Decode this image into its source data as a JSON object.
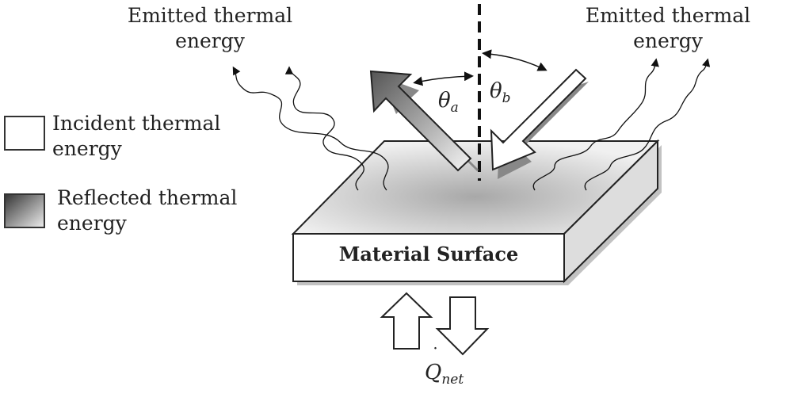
{
  "labels": {
    "emitted_left": "Emitted thermal energy",
    "emitted_left_l1": "Emitted thermal",
    "emitted_left_l2": "energy",
    "emitted_right_l1": "Emitted thermal",
    "emitted_right_l2": "energy",
    "material_surface": "Material Surface",
    "theta_a": "θ",
    "theta_a_sub": "a",
    "theta_b": "θ",
    "theta_b_sub": "b",
    "q": "Q",
    "q_dot": "˙",
    "q_sub": "net"
  },
  "legend": [
    {
      "l1": "Incident thermal",
      "l2": "energy"
    },
    {
      "l1": "Reflected thermal",
      "l2": "energy"
    }
  ]
}
